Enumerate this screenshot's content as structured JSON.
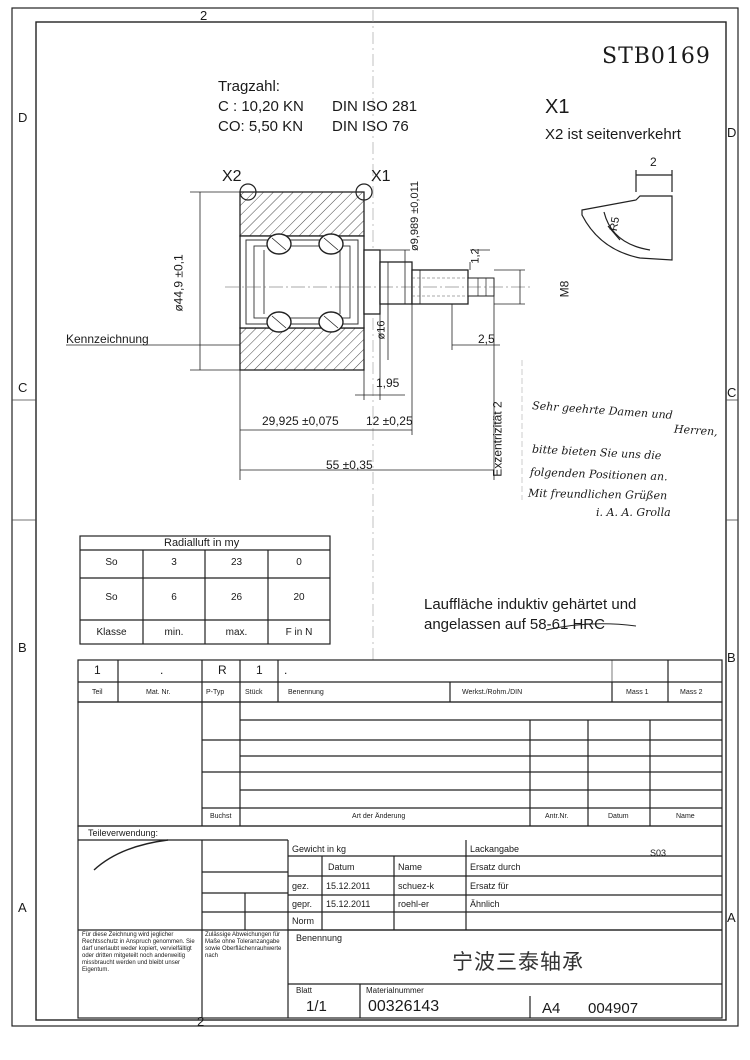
{
  "doc_id": "STB0169",
  "zones": {
    "top_2": "2",
    "bottom_2": "2",
    "left_D": "D",
    "left_C": "C",
    "left_B": "B",
    "left_A": "A",
    "right_D": "D",
    "right_C": "C",
    "right_B": "B",
    "right_A": "A"
  },
  "tragzahl": {
    "title": "Tragzahl:",
    "c_value": "C : 10,20 KN",
    "c_norm": "DIN ISO 281",
    "co_value": "CO: 5,50 KN",
    "co_norm": "DIN ISO 76"
  },
  "view": {
    "x1": "X1",
    "x2_note": "X2 ist seitenverkehrt"
  },
  "detail": {
    "dim_2": "2",
    "radius": "R5"
  },
  "markers": {
    "x2": "X2",
    "x1": "X1"
  },
  "dims": {
    "d_outer": "ø44,9 ±0,1",
    "d_inner": "ø9,989 ±0,011",
    "d_shaft": "ø16",
    "len_1_2": "1,2",
    "m8": "M8",
    "len_2_5": "2,5",
    "len_1_95": "1,95",
    "len_29": "29,925 ±0,075",
    "len_12": "12 ±0,25",
    "len_55": "55 ±0,35"
  },
  "kennzeichnung": "Kennzeichnung",
  "exzenter": "Exzentrizität 2",
  "handwritten": [
    "Sehr geehrte Damen und",
    "Herren,",
    "bitte bieten Sie uns die",
    "folgenden Positionen an.",
    "Mit freundlichen Grüßen",
    "i. A. A. Grolla"
  ],
  "radial_table": {
    "title": "Radialluft in my",
    "rows": [
      [
        "So",
        "3",
        "23",
        "0"
      ],
      [
        "So",
        "6",
        "26",
        "20"
      ],
      [
        "Klasse",
        "min.",
        "max.",
        "F in N"
      ]
    ]
  },
  "surface_note": {
    "line1": "Lauffläche induktiv gehärtet und",
    "line2": "angelassen auf 58-61 HRC"
  },
  "parts_row": {
    "teil_val": "1",
    "mat_val": ".",
    "ptyp_val": "R",
    "stueck_val": "1",
    "benennung_val": "."
  },
  "parts_header": {
    "teil": "Teil",
    "mat_nr": "Mat. Nr.",
    "p_typ": "P-Typ",
    "stueck": "Stück",
    "benennung": "Benennung",
    "werkst": "Werkst./Rohm./DIN",
    "mass1": "Mass 1",
    "mass2": "Mass 2"
  },
  "change_header": {
    "buchst": "Buchst",
    "art": "Art der Änderung",
    "antr": "Antr.Nr.",
    "datum": "Datum",
    "name": "Name"
  },
  "teilverwendung": "Teileverwendung:",
  "title_block": {
    "gewicht": "Gewicht in kg",
    "lackangabe": "Lackangabe",
    "lack_code": "S03",
    "datum": "Datum",
    "name": "Name",
    "ersatz_durch": "Ersatz durch",
    "gez": "gez.",
    "gez_date": "15.12.2011",
    "gez_name": "schuez-k",
    "ersatz_fuer": "Ersatz für",
    "gepr": "gepr.",
    "gepr_date": "15.12.2011",
    "gepr_name": "roehl-er",
    "aehnlich": "Ähnlich",
    "norm": "Norm",
    "benennung": "Benennung",
    "blatt_label": "Blatt",
    "blatt": "1/1",
    "materialnummer_label": "Materialnummer",
    "materialnummer": "00326143",
    "format": "A4",
    "drawing_no": "004907",
    "copyright": "Für diese Zeichnung wird jeglicher Rechtsschutz in Anspruch genommen. Sie darf unerlaubt weder kopiert, vervielfältigt oder dritten mitgeteilt noch anderweitig missbraucht werden und bleibt unser Eigentum.",
    "tolerance": "Zulässige Abweichungen für Maße ohne Toleranzangabe sowie Oberflächenrauhwerte nach"
  },
  "chinese_stamp": "宁波三泰轴承"
}
